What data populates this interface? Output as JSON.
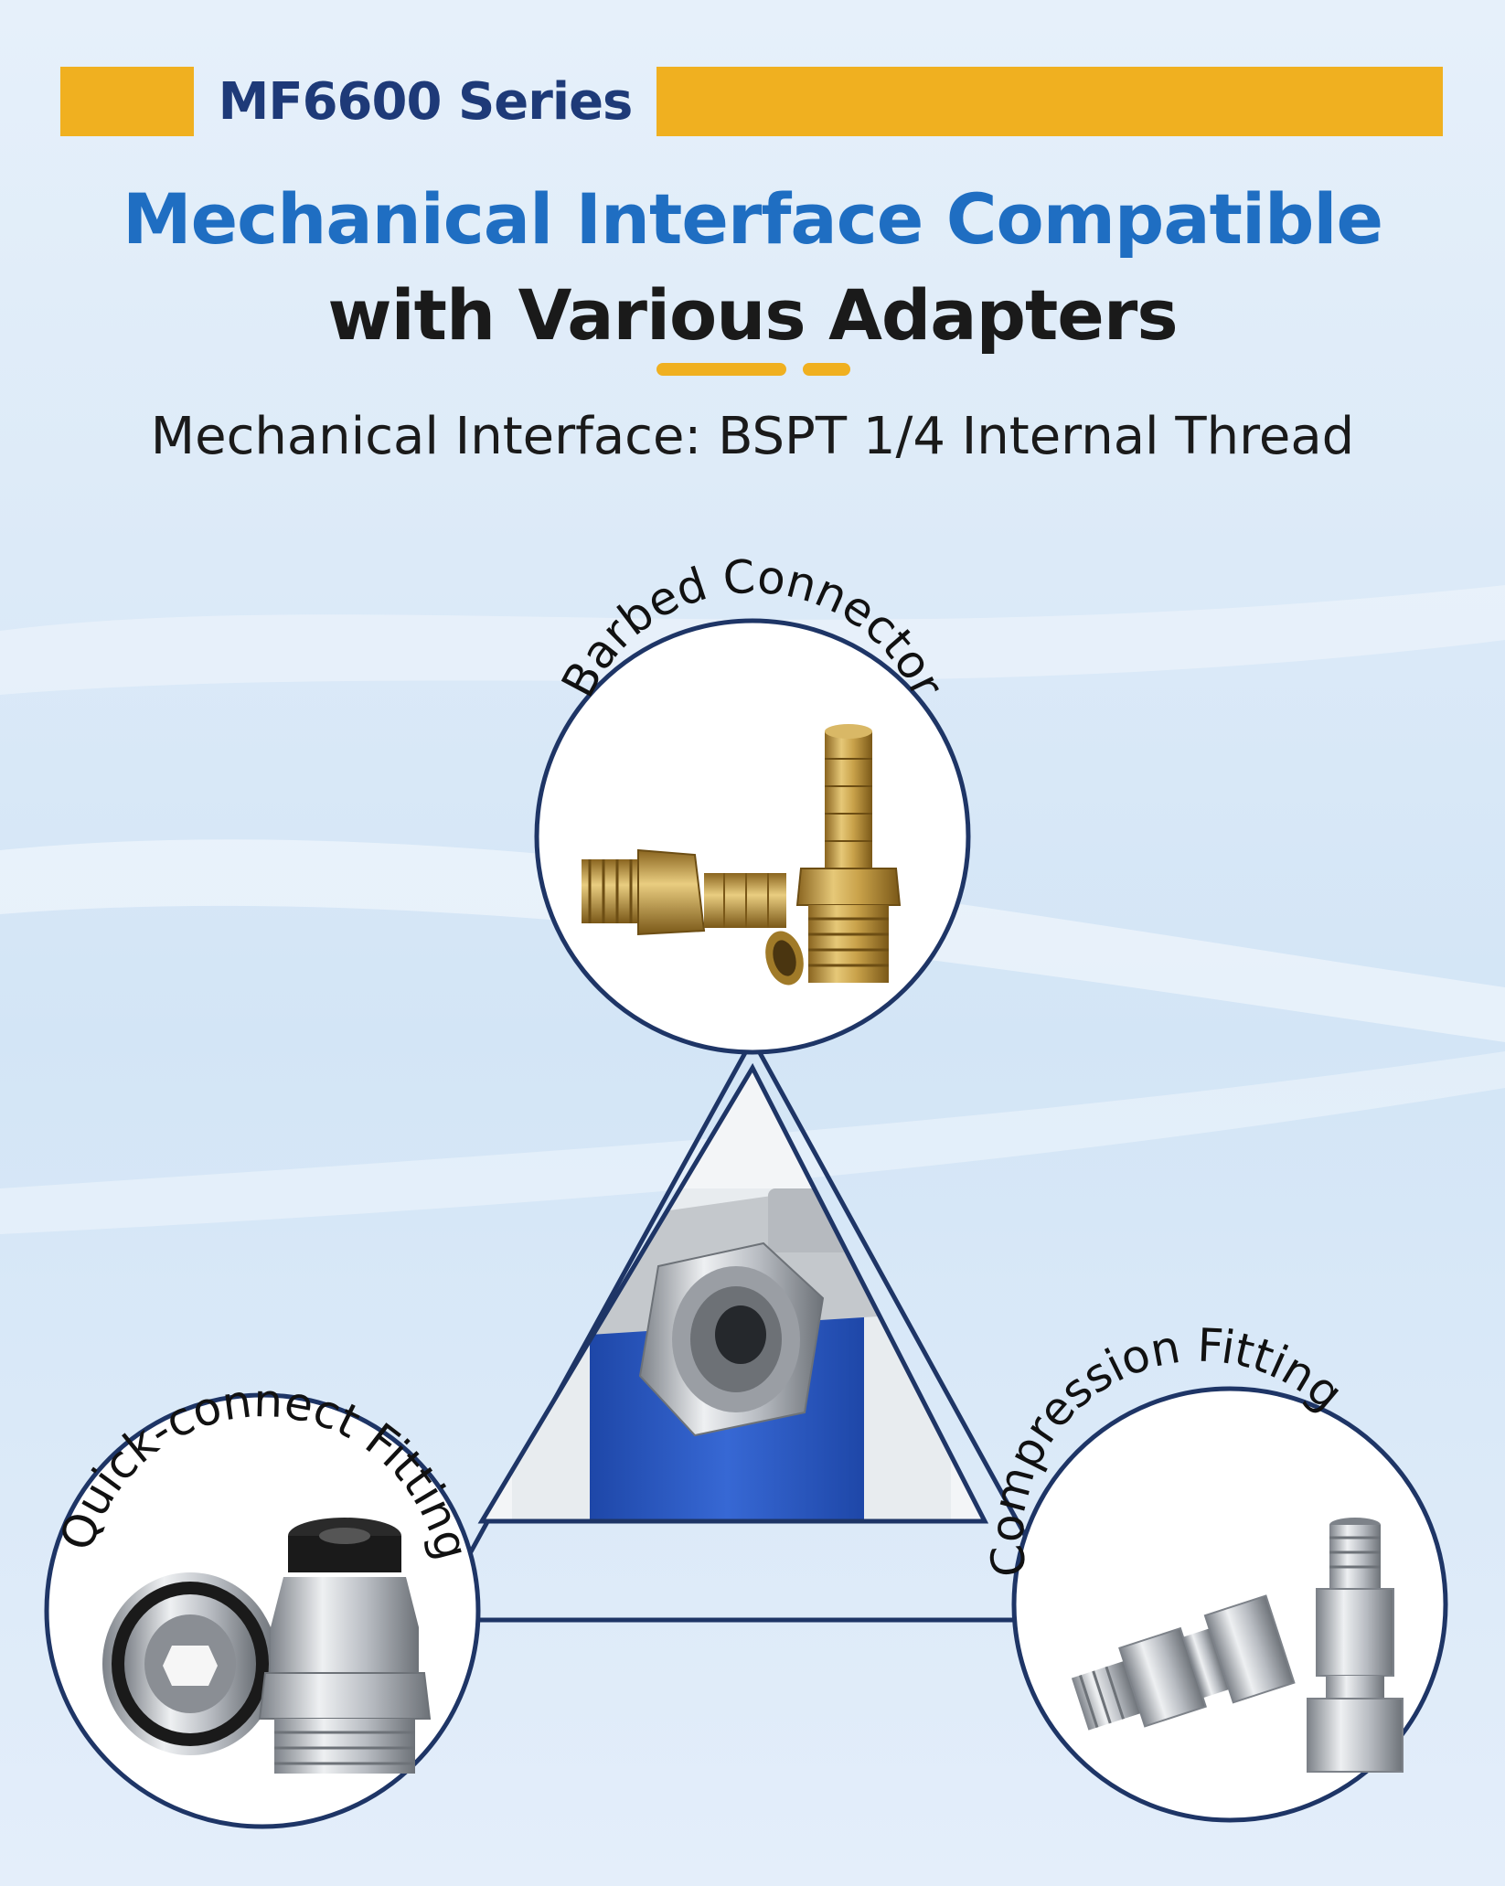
{
  "header": {
    "series": "MF6600 Series",
    "headline_line1": "Mechanical Interface Compatible",
    "headline_line2": "with Various Adapters",
    "subtitle": "Mechanical Interface: BSPT 1/4 Internal Thread"
  },
  "adapters": [
    {
      "label": "Barbed Connector"
    },
    {
      "label": "Quick-connect Fitting"
    },
    {
      "label": "Compression Fitting"
    }
  ],
  "colors": {
    "accent_yellow": "#f0b020",
    "headline_blue": "#1f6ec2",
    "series_navy": "#1e3a78",
    "ring_navy": "#1e3566",
    "sensor_blue": "#2a5bc4",
    "brass": "#c9a24a",
    "steel": "#b8bcc2"
  }
}
